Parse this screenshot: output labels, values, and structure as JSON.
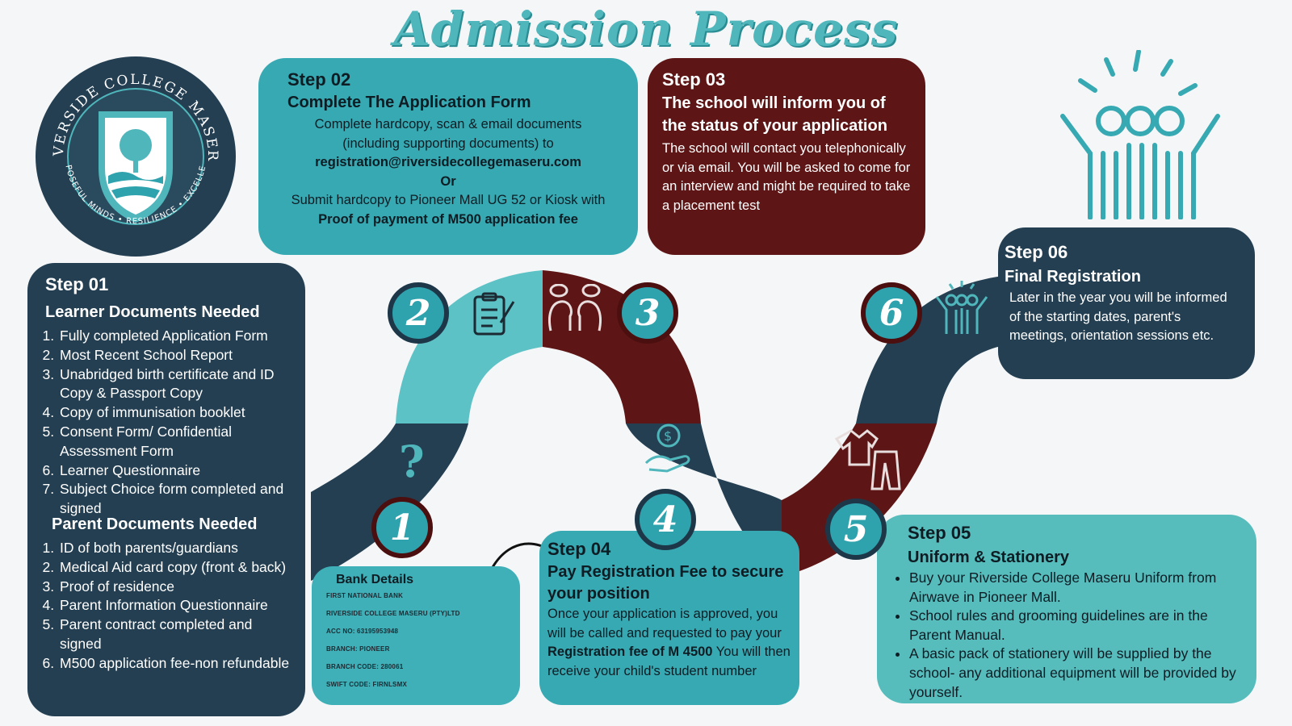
{
  "title": "Admission Process",
  "logo": {
    "arc_top": "RIVERSIDE COLLEGE MASERU",
    "arc_bottom": "PURPOSEFUL MINDS • RESILIENCE • EXCELLENCE"
  },
  "steps": {
    "s1": {
      "step": "Step 01",
      "heading_learner": "Learner Documents Needed",
      "learner_items": [
        "Fully completed Application Form",
        "Most Recent School Report",
        "Unabridged birth certificate and ID Copy & Passport Copy",
        "Copy of immunisation booklet",
        "Consent Form/ Confidential Assessment Form",
        "Learner Questionnaire",
        "Subject Choice form completed and signed"
      ],
      "heading_parent": "Parent Documents Needed",
      "parent_items": [
        "ID of both parents/guardians",
        "Medical Aid card copy (front & back)",
        "Proof of residence",
        "Parent Information Questionnaire",
        "Parent contract completed and signed",
        "M500 application fee-non refundable"
      ]
    },
    "s2": {
      "step": "Step 02",
      "heading": "Complete The Application Form",
      "line1": "Complete hardcopy, scan  & email documents",
      "line2": "(including supporting documents) to",
      "email": "registration@riversidecollegemaseru.com",
      "or": "Or",
      "line3": "Submit hardcopy to Pioneer Mall UG 52 or Kiosk with",
      "line4": "Proof of payment of M500 application fee"
    },
    "s3": {
      "step": "Step 03",
      "heading": "The school will inform you of the status of your application",
      "text": "The school will contact you telephonically or via email. You will be asked to come for an interview and might be required to take a placement test"
    },
    "s4": {
      "step": "Step 04",
      "heading": "Pay Registration Fee to secure your position",
      "text_a": "Once your application is approved, you will be called and requested to pay your ",
      "text_b": "Registration fee of M 4500",
      "text_c": " You will then receive your child's student number"
    },
    "s5": {
      "step": "Step 05",
      "heading": "Uniform & Stationery",
      "items": [
        "Buy your Riverside College Maseru Uniform from Airwave in Pioneer Mall.",
        "School rules and grooming guidelines are in the Parent Manual.",
        "A basic pack of stationery will be supplied by the school- any additional equipment will be provided by yourself."
      ]
    },
    "s6": {
      "step": "Step 06",
      "heading": "Final Registration",
      "text": "Later in the year you will be informed of the starting dates, parent's meetings, orientation sessions etc."
    }
  },
  "bank": {
    "heading": "Bank Details",
    "lines": [
      "FIRST NATIONAL BANK",
      "RIVERSIDE COLLEGE MASERU (PTY)LTD",
      "ACC NO: 63195953948",
      "BRANCH: PIONEER",
      "BRANCH CODE: 280061",
      "SWIFT CODE: FIRNLSMX"
    ]
  },
  "path_numbers": [
    "1",
    "2",
    "3",
    "4",
    "5",
    "6"
  ],
  "colors": {
    "teal": "#37a9b2",
    "maroon": "#5e1515",
    "navy": "#243f52",
    "mint": "#56bcbc",
    "title": "#4fb6bb"
  }
}
